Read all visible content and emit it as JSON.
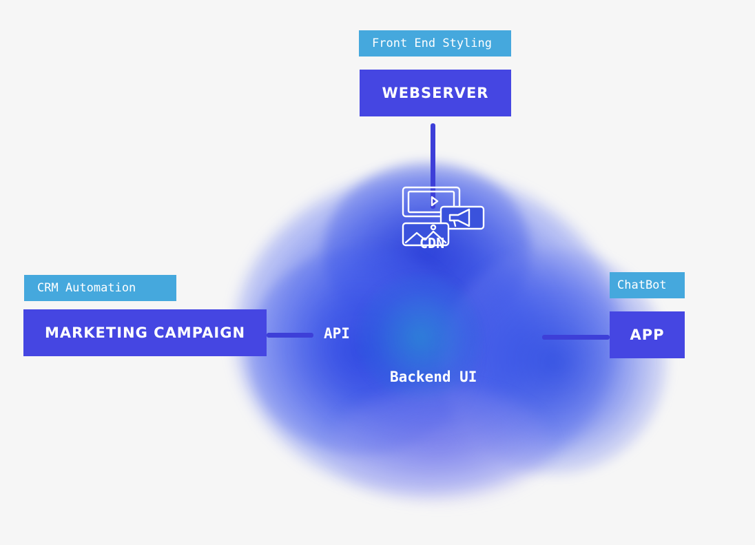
{
  "colors": {
    "background": "#f6f6f6",
    "tag": "#45a8dd",
    "box": "#4546e2",
    "connector": "#3d3fd8",
    "cloud": "#2f45e0"
  },
  "nodes": {
    "webserver": {
      "tag": "Front End Styling",
      "label": "WEBSERVER"
    },
    "marketing": {
      "tag": "CRM Automation",
      "label": "MARKETING CAMPAIGN"
    },
    "app": {
      "tag": "ChatBot",
      "label": "APP"
    }
  },
  "cloud": {
    "cdn_label": "CDN",
    "cdn_icon": "media-cdn-icon",
    "api_label": "API",
    "backend_label": "Backend UI"
  }
}
